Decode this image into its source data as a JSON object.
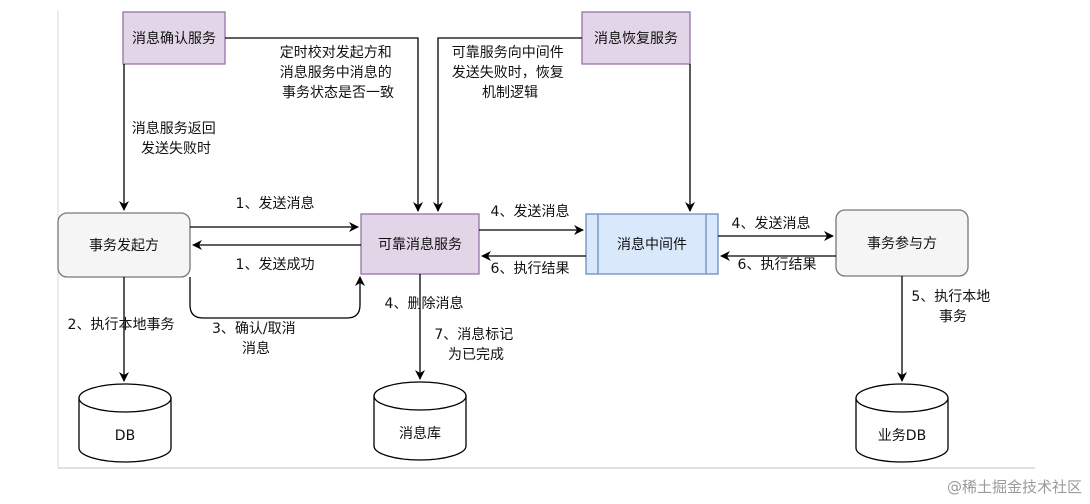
{
  "nodes": {
    "confirm_service": "消息确认服务",
    "recovery_service": "消息恢复服务",
    "initiator": "事务发起方",
    "reliable_service": "可靠消息服务",
    "middleware": "消息中间件",
    "participant": "事务参与方",
    "db": "DB",
    "msg_db": "消息库",
    "biz_db": "业务DB"
  },
  "labels": {
    "timer_check": [
      "定时校对发起方和",
      "消息服务中消息的",
      "事务状态是否一致"
    ],
    "recovery_note": [
      "可靠服务向中间件",
      "发送失败时，恢复",
      "机制逻辑"
    ],
    "return_fail": [
      "消息服务返回",
      "发送失败时"
    ],
    "send_msg_1": "1、发送消息",
    "send_ok_1": "1、发送成功",
    "exec_local": "2、执行本地事务",
    "confirm_cancel": [
      "3、确认/取消",
      "消息"
    ],
    "delete_msg": "4、删除消息",
    "mark_done": [
      "7、消息标记",
      "为已完成"
    ],
    "send_msg_4a": "4、发送消息",
    "exec_result_6a": "6、执行结果",
    "send_msg_4b": "4、发送消息",
    "exec_result_6b": "6、执行结果",
    "exec_local_5": [
      "5、执行本地",
      "事务"
    ]
  },
  "watermark": "@稀土掘金技术社区",
  "colors": {
    "purple_fill": "#e1d5e7",
    "purple_stroke": "#9673a6",
    "blue_fill": "#dae8fc",
    "blue_stroke": "#6c8ebf",
    "gray_fill": "#f5f5f5",
    "gray_stroke": "#666666"
  }
}
